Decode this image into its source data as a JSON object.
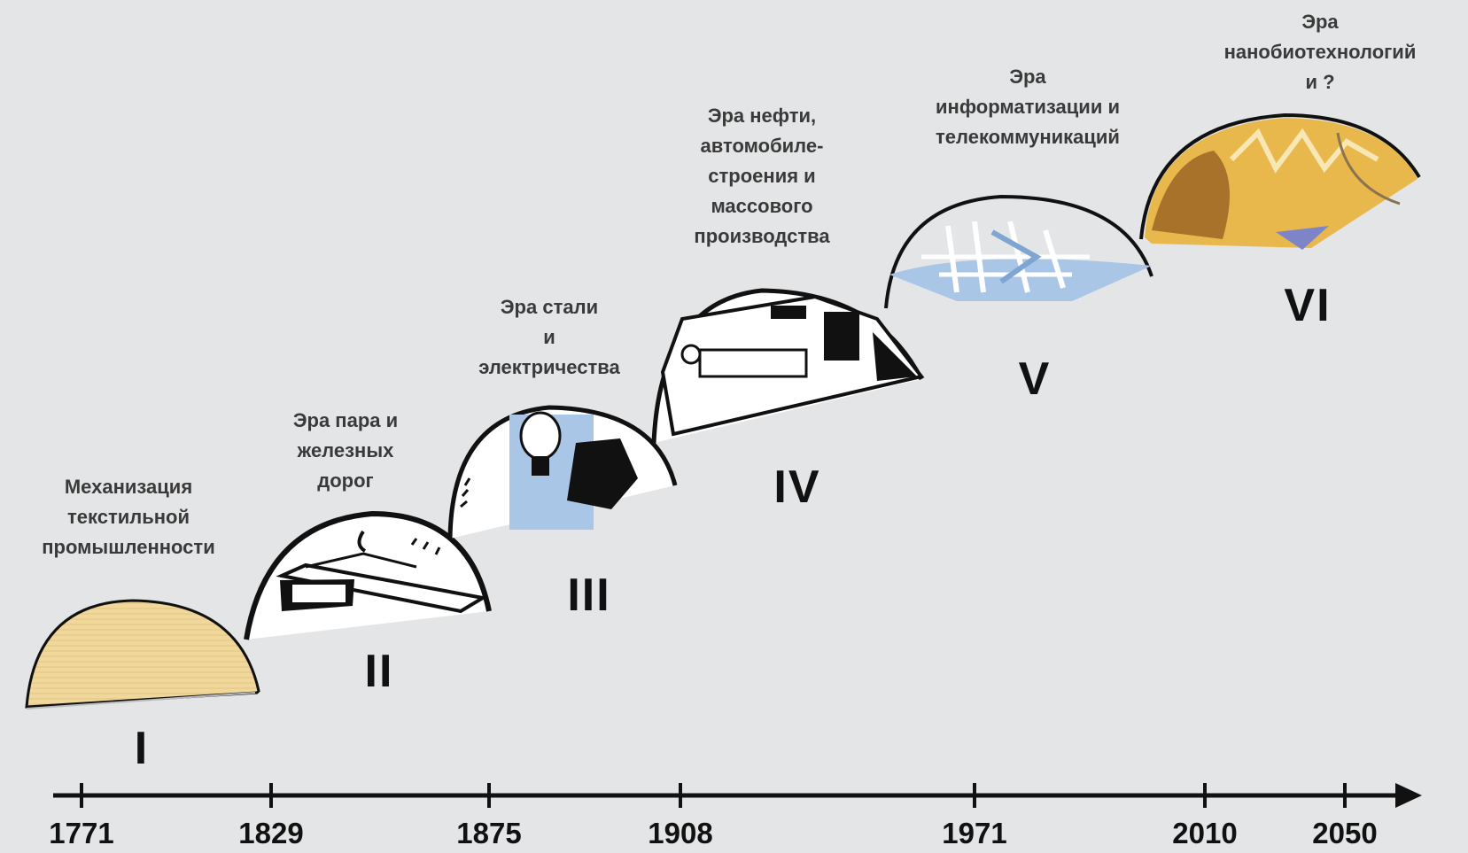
{
  "eras": [
    {
      "label": "Механизация\nтекстильной\nпромышленности",
      "numeral": "I",
      "fill": "#f0d79c",
      "icon": "textile-icon"
    },
    {
      "label": "Эра пара и\nжелезных\nдорог",
      "numeral": "II",
      "fill": "#ffffff",
      "icon": "steel-beam-icon"
    },
    {
      "label": "Эра стали\nи\nэлектричества",
      "numeral": "III",
      "fill": "#ffffff",
      "icon": "lightbulb-icon"
    },
    {
      "label": "Эра нефти,\nавтомобиле-\nстроения и\nмассового\nпроизводства",
      "numeral": "IV",
      "fill": "#ffffff",
      "icon": "ambulance-icon"
    },
    {
      "label": "Эра\nинформатизации и\nтелекоммуникаций",
      "numeral": "V",
      "fill": "#a9c6e6",
      "icon": "circuit-icon"
    },
    {
      "label": "Эра\nнанобиотехнологий\nи ?",
      "numeral": "VI",
      "fill": "#e9b84c",
      "icon": "nanobio-icon"
    }
  ],
  "timeline": {
    "years": [
      "1771",
      "1829",
      "1875",
      "1908",
      "1971",
      "2010",
      "2050"
    ]
  },
  "colors": {
    "background": "#e4e5e6",
    "ink": "#111111",
    "label_text": "#3a3a3a"
  }
}
